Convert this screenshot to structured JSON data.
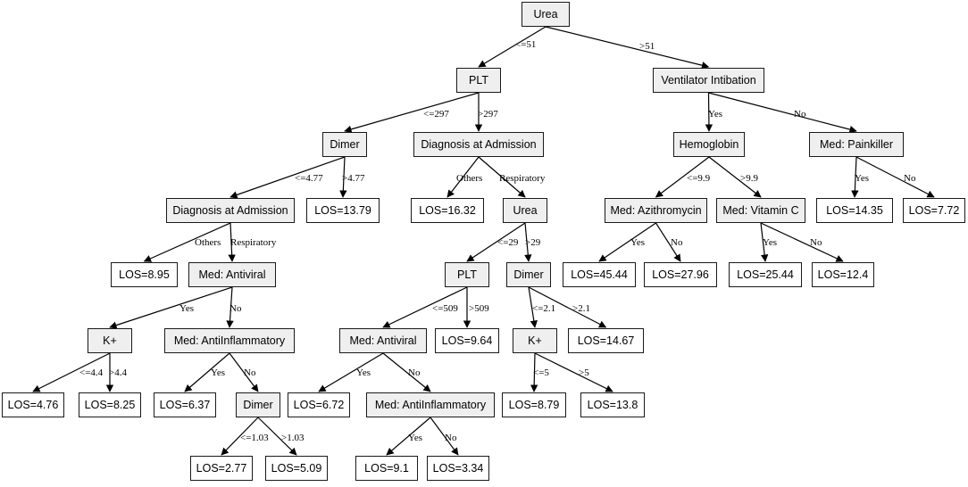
{
  "tree": {
    "nodes": {
      "n_urea": "Urea",
      "n_plt": "PLT",
      "n_vent": "Ventilator Intibation",
      "n_dimer1": "Dimer",
      "n_diag1": "Diagnosis at Admission",
      "n_hemo": "Hemoglobin",
      "n_pain": "Med: Painkiller",
      "n_diag2": "Diagnosis at Admission",
      "n_los1379": "LOS=13.79",
      "n_los1632": "LOS=16.32",
      "n_urea2": "Urea",
      "n_azith": "Med: Azithromycin",
      "n_vitc": "Med: Vitamin C",
      "n_los1435": "LOS=14.35",
      "n_los772": "LOS=7.72",
      "n_los895": "LOS=8.95",
      "n_antiv1": "Med: Antiviral",
      "n_plt2": "PLT",
      "n_dimer2": "Dimer",
      "n_los4544": "LOS=45.44",
      "n_los2796": "LOS=27.96",
      "n_los2544": "LOS=25.44",
      "n_los124": "LOS=12.4",
      "n_kplus1": "K+",
      "n_antiinf1": "Med: AntiInflammatory",
      "n_antiv2": "Med: Antiviral",
      "n_los964": "LOS=9.64",
      "n_kplus2": "K+",
      "n_los1467": "LOS=14.67",
      "n_los476": "LOS=4.76",
      "n_los825": "LOS=8.25",
      "n_los637": "LOS=6.37",
      "n_dimer3": "Dimer",
      "n_los672": "LOS=6.72",
      "n_antiinf2": "Med: AntiInflammatory",
      "n_los879": "LOS=8.79",
      "n_los138": "LOS=13.8",
      "n_los277": "LOS=2.77",
      "n_los509": "LOS=5.09",
      "n_los91": "LOS=9.1",
      "n_los334": "LOS=3.34"
    },
    "edges": {
      "e_urea_plt": "<=51",
      "e_urea_vent": ">51",
      "e_plt_dimer1": "<=297",
      "e_plt_diag1": ">297",
      "e_vent_hemo": "Yes",
      "e_vent_pain": "No",
      "e_dimer1_diag2": "<=4.77",
      "e_dimer1_los1379": ">4.77",
      "e_diag1_los1632": "Others",
      "e_diag1_urea2": "Respiratory",
      "e_hemo_azith": "<=9.9",
      "e_hemo_vitc": ">9.9",
      "e_pain_los1435": "Yes",
      "e_pain_los772": "No",
      "e_diag2_los895": "Others",
      "e_diag2_antiv1": "Respiratory",
      "e_urea2_plt2": "<=29",
      "e_urea2_dimer2": ">29",
      "e_azith_los4544": "Yes",
      "e_azith_los2796": "No",
      "e_vitc_los2544": "Yes",
      "e_vitc_los124": "No",
      "e_antiv1_kplus1": "Yes",
      "e_antiv1_antiinf1": "No",
      "e_plt2_antiv2": "<=509",
      "e_plt2_los964": ">509",
      "e_dimer2_kplus2": "<=2.1",
      "e_dimer2_los1467": ">2.1",
      "e_kplus1_los476": "<=4.4",
      "e_kplus1_los825": ">4.4",
      "e_antiinf1_los637": "Yes",
      "e_antiinf1_dimer3": "No",
      "e_antiv2_los672": "Yes",
      "e_antiv2_antiinf2": "No",
      "e_kplus2_los879": "<=5",
      "e_kplus2_los138": ">5",
      "e_dimer3_los277": "<=1.03",
      "e_dimer3_los509": ">1.03",
      "e_antiinf2_los91": "Yes",
      "e_antiinf2_los334": "No"
    }
  }
}
